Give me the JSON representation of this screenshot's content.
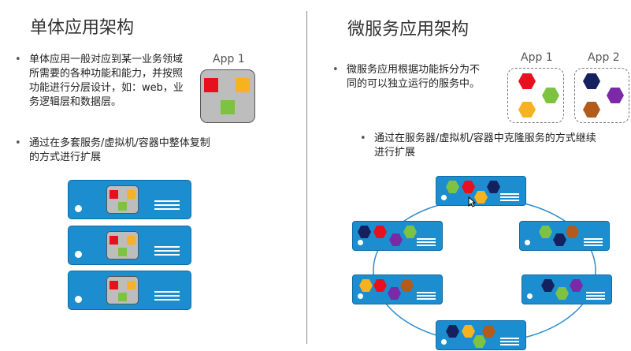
{
  "left": {
    "title": "单体应用架构",
    "bullets": [
      "单体应用一般对应到某一业务领域所需要的各种功能和能力，并按照功能进行分层设计，如：web，业务逻辑层和数据层。",
      "通过在多套服务/虚拟机/容器中整体复制的方式进行扩展"
    ],
    "app_label": "App 1"
  },
  "right": {
    "title": "微服务应用架构",
    "bullets": [
      "微服务应用根据功能拆分为不同的可以独立运行的服务中。",
      "通过在服务器/虚拟机/容器中克隆服务的方式继续进行扩展"
    ],
    "app1_label": "App 1",
    "app2_label": "App 2"
  },
  "colors": {
    "red": "#e8101e",
    "orange": "#f6b221",
    "green": "#7dc341",
    "navy": "#15205e",
    "purple": "#7a2aa6",
    "brown": "#b35b1a",
    "server_blue": "#1c8ed0",
    "ring": "#2d8ccf"
  }
}
